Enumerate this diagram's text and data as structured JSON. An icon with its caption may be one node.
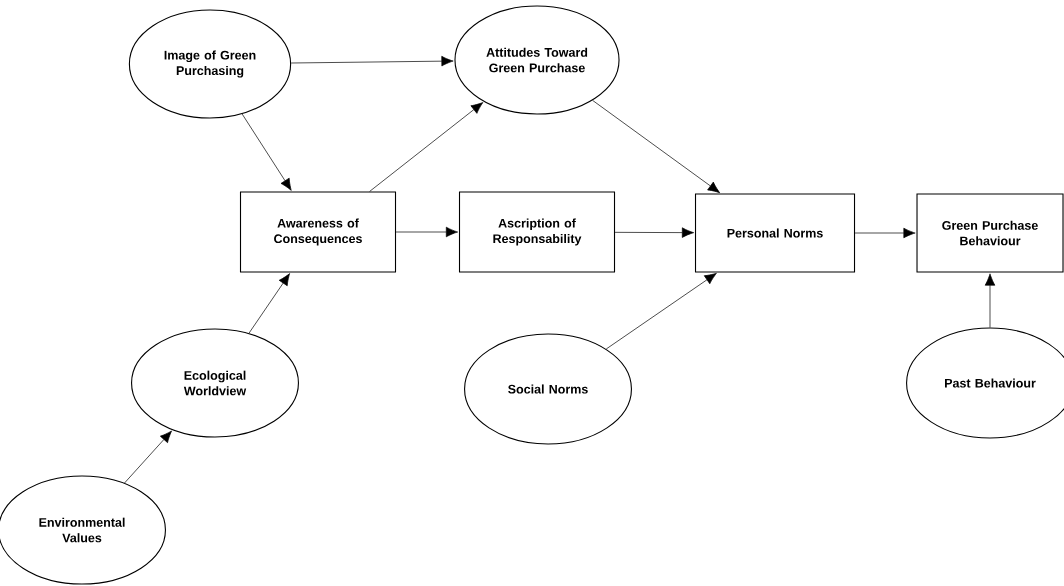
{
  "diagram": {
    "nodes": [
      {
        "text": [
          "Image of Green Purchasing"
        ]
      },
      {
        "text": [
          "Attitudes Toward Green Purchase"
        ]
      },
      {
        "text": [
          "Awareness of Consequences"
        ]
      },
      {
        "text": [
          "Ascription of Responsability"
        ]
      },
      {
        "text": [
          "Personal Norms"
        ]
      },
      {
        "text": [
          "Green Purchase Behaviour"
        ]
      },
      {
        "text": [
          "Ecological Worldview"
        ]
      },
      {
        "text": [
          "Social Norms"
        ]
      },
      {
        "text": [
          "Past Behaviour"
        ]
      },
      {
        "text": [
          "Environmental Values"
        ]
      }
    ],
    "edges": [
      {
        "from": 0,
        "to": 1,
        "arrow": "to"
      },
      {
        "from": 0,
        "to": 2,
        "arrow": "to"
      },
      {
        "from": 2,
        "to": 1,
        "arrow": "to"
      },
      {
        "from": 2,
        "to": 3,
        "arrow": "to"
      },
      {
        "from": 3,
        "to": 4,
        "arrow": "to"
      },
      {
        "from": 1,
        "to": 4,
        "arrow": "to"
      },
      {
        "from": 7,
        "to": 4,
        "arrow": "to"
      },
      {
        "from": 4,
        "to": 5,
        "arrow": "to"
      },
      {
        "from": 8,
        "to": 5,
        "arrow": "to"
      },
      {
        "from": 6,
        "to": 2,
        "arrow": "to"
      },
      {
        "from": 9,
        "to": 6,
        "arrow": "to"
      }
    ]
  }
}
